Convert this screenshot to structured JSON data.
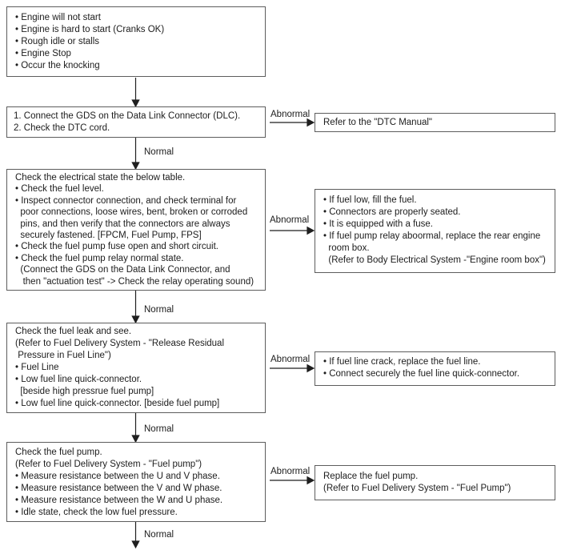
{
  "labels": {
    "normal": "Normal",
    "abnormal": "Abnormal"
  },
  "colors": {
    "background": "#ffffff",
    "box_border": "#5d5d5d",
    "text": "#1c1c1c",
    "arrow": "#1f1f1f"
  },
  "flow": {
    "start": {
      "lines": [
        "• Engine will not start",
        "• Engine is hard to start (Cranks OK)",
        "• Rough idle or stalls",
        "• Engine Stop",
        "• Occur the knocking"
      ]
    },
    "steps": [
      {
        "check": {
          "lines": [
            "1. Connect the GDS on the Data Link Connector (DLC).",
            "2. Check the DTC cord."
          ]
        },
        "abnormal_action": {
          "lines": [
            "Refer to the \"DTC Manual\""
          ]
        }
      },
      {
        "check": {
          "lines": [
            "Check the electrical state the below table.",
            "• Check the fuel level.",
            "• Inspect connector connection, and check terminal for",
            "  poor connections, loose wires, bent, broken or corroded",
            "  pins, and then verify that the connectors are always",
            "  securely fastened. [FPCM, Fuel Pump, FPS]",
            "• Check the fuel pump fuse open and short circuit.",
            "• Check the fuel pump relay normal state.",
            "  (Connect the GDS on the Data Link Connector, and",
            "   then \"actuation test\" -> Check the relay operating sound)"
          ]
        },
        "abnormal_action": {
          "lines": [
            "• If fuel low, fill the fuel.",
            "• Connectors are properly seated.",
            "• It is equipped with a fuse.",
            "• If fuel pump relay aboormal, replace the rear engine",
            "  room box.",
            "  (Refer to Body Electrical System -\"Engine room box\")"
          ]
        }
      },
      {
        "check": {
          "lines": [
            "Check the fuel leak and see.",
            "(Refer to Fuel Delivery System - \"Release Residual",
            " Pressure in Fuel Line\")",
            "• Fuel Line",
            "• Low fuel line quick-connector.",
            "  [beside high pressrue fuel pump]",
            "• Low fuel line quick-connector. [beside fuel pump]"
          ]
        },
        "abnormal_action": {
          "lines": [
            "• If fuel line crack, replace the fuel line.",
            "• Connect securely the fuel line quick-connector."
          ]
        }
      },
      {
        "check": {
          "lines": [
            "Check the fuel pump.",
            "(Refer to Fuel Delivery System - \"Fuel pump\")",
            "• Measure resistance between the U and V phase.",
            "• Measure resistance between the V and W phase.",
            "• Measure resistance between the W and U phase.",
            "• Idle state, check the low fuel pressure."
          ]
        },
        "abnormal_action": {
          "lines": [
            "Replace the fuel pump.",
            "(Refer to Fuel Delivery System - \"Fuel Pump\")"
          ]
        }
      }
    ]
  }
}
